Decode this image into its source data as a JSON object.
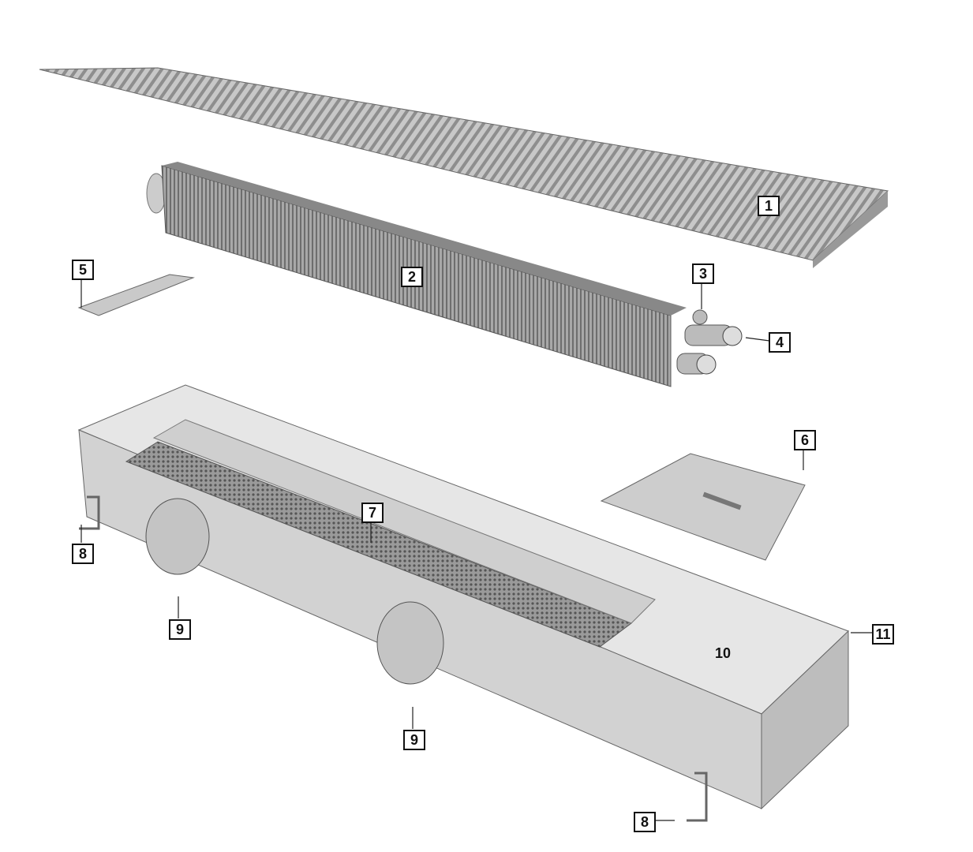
{
  "diagram": {
    "labels": {
      "grille": "1",
      "heat_exchanger": "2",
      "valve": "3",
      "connector": "4",
      "end_cover": "5",
      "cover_plate": "6",
      "perforated_plate": "7",
      "bracket_left": "8",
      "bracket_right": "8",
      "duct_left": "9",
      "duct_right": "9",
      "compartment": "10",
      "frame": "11"
    },
    "logo_text": "",
    "colors": {
      "metal_light": "#d9d9d9",
      "metal_mid": "#b5b5b5",
      "metal_dark": "#8a8a8a",
      "outline": "#555555"
    }
  }
}
